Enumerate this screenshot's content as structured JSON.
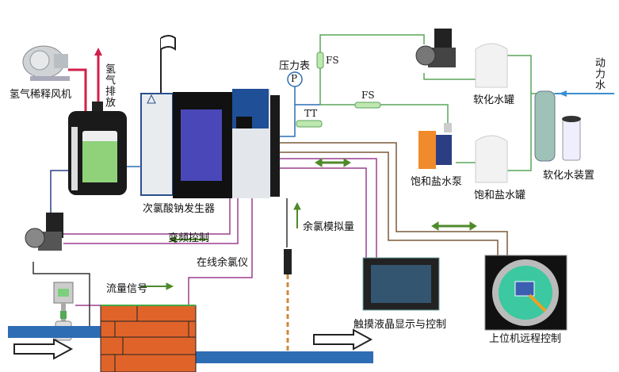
{
  "labels": {
    "blower": "氢气稀释风机",
    "hydrogen_vent": "氢气排放",
    "generator": "次氯酸钠发生器",
    "pressure_gauge": "压力表",
    "pressure_symbol": "P",
    "fs_top": "FS",
    "fs_mid": "FS",
    "tt": "TT",
    "soft_water_tank": "软化水罐",
    "brine_pump": "饱和盐水泵",
    "brine_tank": "饱和盐水罐",
    "softener": "软化水装置",
    "power_water": "动力水",
    "vfd_control": "变频控制",
    "online_chlorine": "在线余氯仪",
    "flow_signal": "流量信号",
    "chlorine_analog": "余氯模拟量",
    "touch_lcd": "触摸液晶显示与控制",
    "remote_pc": "上位机远程控制"
  },
  "colors": {
    "pipe": "#2e6db4",
    "signal_purple": "#9b3f8f",
    "signal_brown": "#7a5a3a",
    "water_green": "#5aa55a",
    "h2": "#d0204a",
    "brick": "#e0642a"
  }
}
